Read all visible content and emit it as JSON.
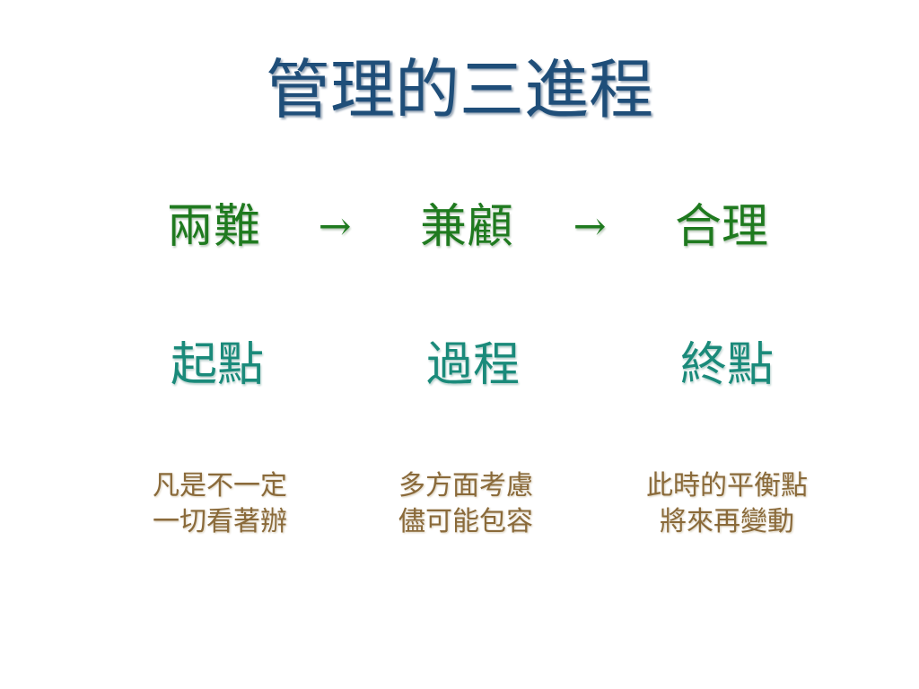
{
  "title": "管理的三進程",
  "stages": [
    "兩難",
    "兼顧",
    "合理"
  ],
  "arrow": "→",
  "phases": [
    "起點",
    "過程",
    "終點"
  ],
  "descriptions": [
    [
      "凡是不一定",
      "一切看著辦"
    ],
    [
      "多方面考慮",
      "儘可能包容"
    ],
    [
      "此時的平衡點",
      "將來再變動"
    ]
  ],
  "colors": {
    "title": "#1f4e79",
    "stage": "#1f7a1f",
    "phase": "#1a8a7a",
    "description": "#8a6a3a"
  }
}
